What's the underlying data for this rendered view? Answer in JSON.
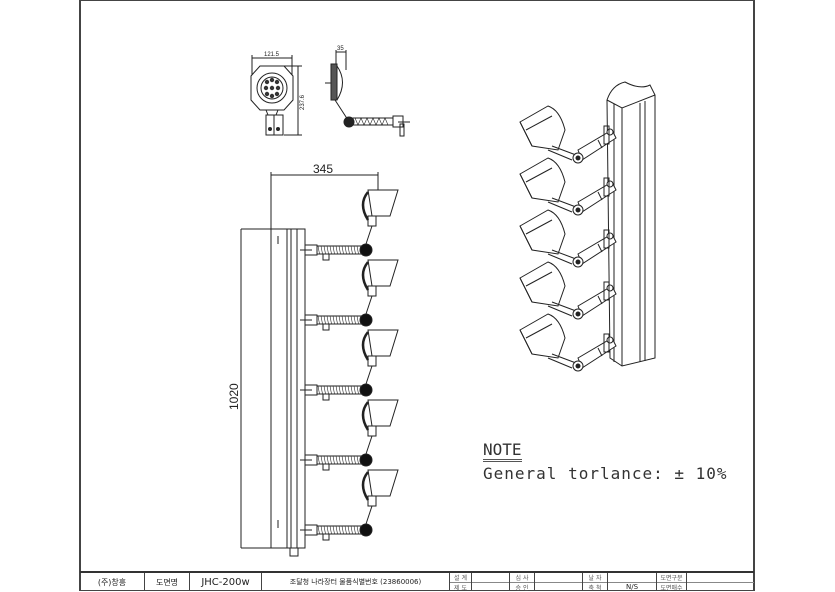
{
  "drawing": {
    "front_view": {
      "width_dim": "345",
      "height_dim": "1020"
    },
    "head_view": {
      "width_dim": "121.5",
      "height_dim": "237.6",
      "side_dim": "35"
    },
    "lamp_count": 5
  },
  "note": {
    "title": "NOTE",
    "text": "General torlance: ± 10%"
  },
  "title_block": {
    "company": "(주)창흥",
    "drawing_name_label": "도면명",
    "model": "JHC-200w",
    "description": "조달청 나라장터 물품식별번호 (23860006)",
    "design_label": "설 계",
    "draft_label": "제 도",
    "review_label": "심 사",
    "approve_label": "승 인",
    "date_label": "날 자",
    "scale_label": "축 척",
    "scale_value": "N/S",
    "type_label": "도면구분",
    "sheets_label": "도면매수"
  }
}
